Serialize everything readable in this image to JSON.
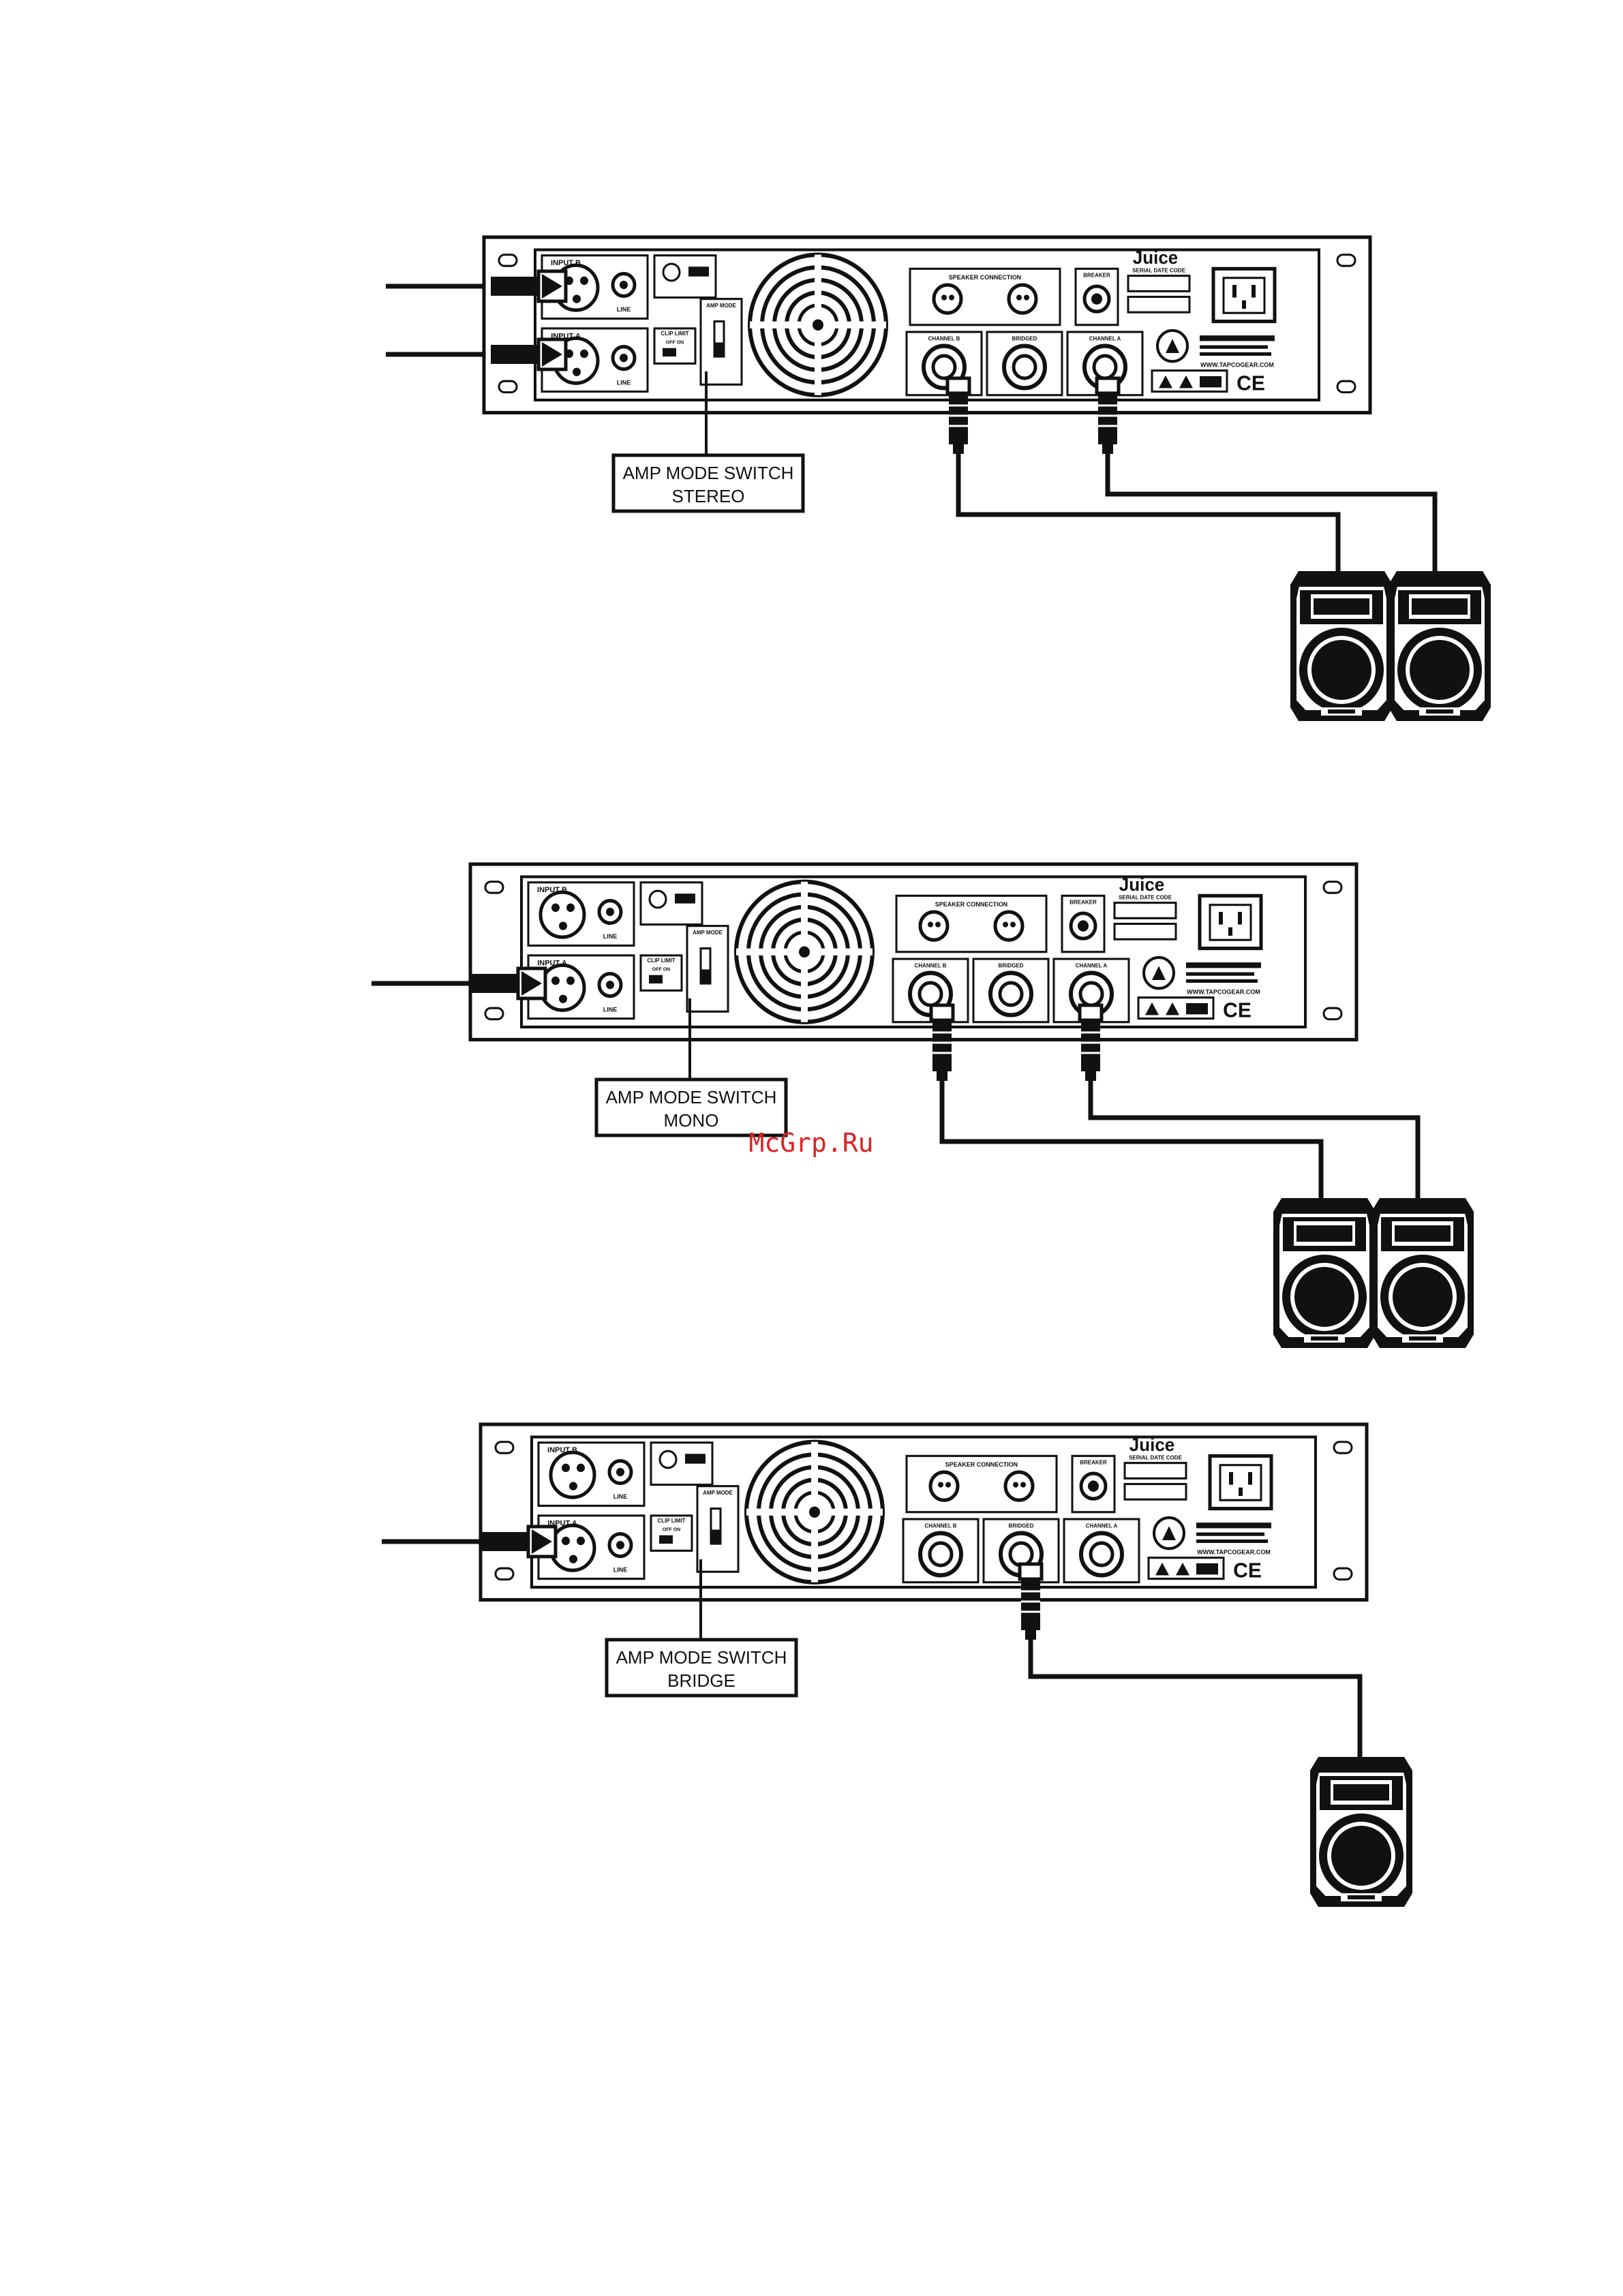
{
  "watermark": "McGrp.Ru",
  "panel": {
    "input_b": "INPUT B",
    "input_a": "INPUT A",
    "line": "LINE",
    "clip_limit": "CLIP LIMIT",
    "off_on": "OFF  ON",
    "amp_mode": "AMP MODE",
    "speaker_connection": "SPEAKER CONNECTION",
    "channel_b": "CHANNEL B",
    "bridged": "BRIDGED",
    "channel_a": "CHANNEL A",
    "breaker": "BREAKER",
    "serial": "SERIAL DATE CODE",
    "brand": "Juice",
    "website": "WWW.TAPCOGEAR.COM",
    "ce": "CE"
  },
  "setups": [
    {
      "id": "stereo",
      "switch_label_1": "AMP MODE SWITCH",
      "switch_label_2": "STEREO"
    },
    {
      "id": "mono",
      "switch_label_1": "AMP MODE SWITCH",
      "switch_label_2": "MONO"
    },
    {
      "id": "bridge",
      "switch_label_1": "AMP MODE SWITCH",
      "switch_label_2": "BRIDGE"
    }
  ]
}
